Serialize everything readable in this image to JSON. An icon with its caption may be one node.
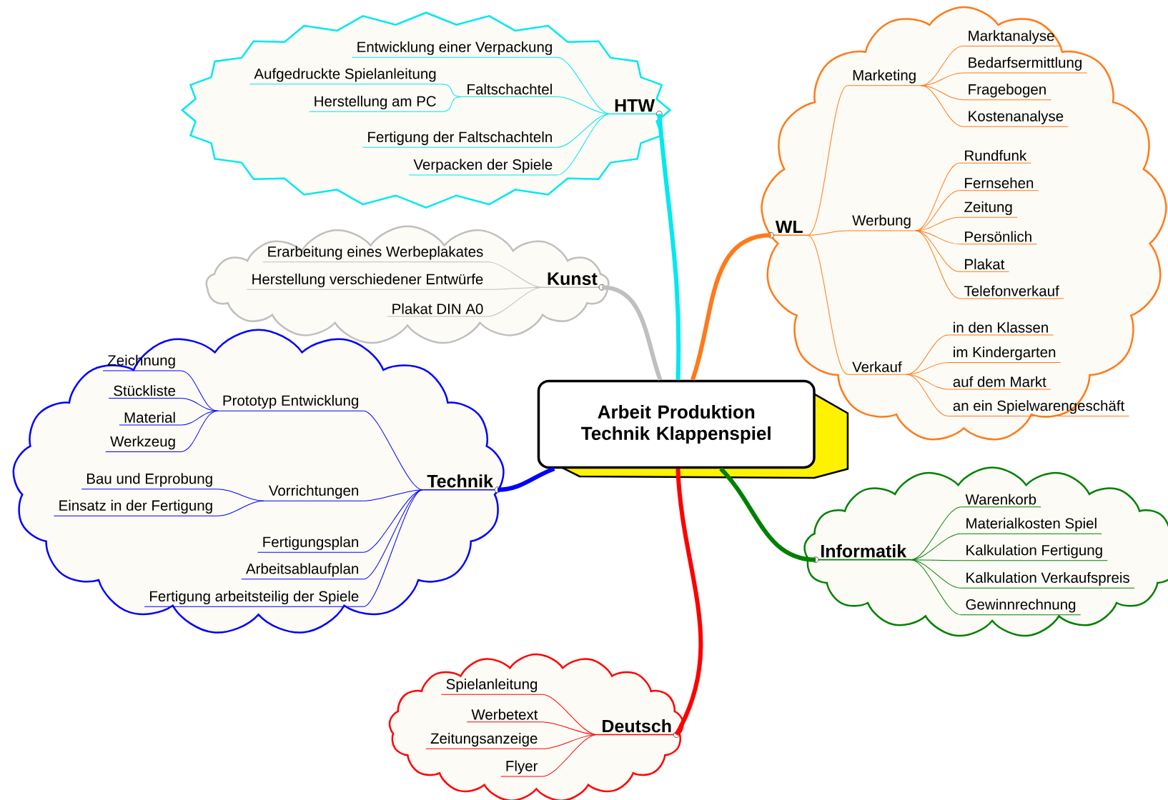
{
  "diagram": {
    "nodes": [
      {
        "text": [
          "Arbeit Produktion Technik Klappenspiel"
        ]
      },
      {
        "text": [],
        "shape": "starburst"
      },
      {
        "text": [
          "HTW"
        ],
        "in": 1
      },
      {
        "text": [
          "Entwicklung einer Verpackung"
        ],
        "in": 1
      },
      {
        "text": [
          "Aufgedruckte Spielanleitung"
        ],
        "in": 1
      },
      {
        "text": [
          "Faltschachtel"
        ],
        "in": 1
      },
      {
        "text": [
          "Herstellung am PC"
        ],
        "in": 1
      },
      {
        "text": [
          "Fertigung der Faltschachteln"
        ],
        "in": 1
      },
      {
        "text": [
          "Verpacken der Spiele"
        ],
        "in": 1
      },
      {
        "text": [],
        "shape": "cloud"
      },
      {
        "text": [
          "WL"
        ],
        "in": 9
      },
      {
        "text": [
          "Marketing"
        ],
        "in": 9
      },
      {
        "text": [
          "Marktanalyse"
        ],
        "in": 9
      },
      {
        "text": [
          "Bedarfsermittlung"
        ],
        "in": 9
      },
      {
        "text": [
          "Fragebogen"
        ],
        "in": 9
      },
      {
        "text": [
          "Kostenanalyse"
        ],
        "in": 9
      },
      {
        "text": [
          "Werbung"
        ],
        "in": 9
      },
      {
        "text": [
          "Rundfunk"
        ],
        "in": 9
      },
      {
        "text": [
          "Fernsehen"
        ],
        "in": 9
      },
      {
        "text": [
          "Zeitung"
        ],
        "in": 9
      },
      {
        "text": [
          "Persönlich"
        ],
        "in": 9
      },
      {
        "text": [
          "Plakat"
        ],
        "in": 9
      },
      {
        "text": [
          "Telefonverkauf"
        ],
        "in": 9
      },
      {
        "text": [
          "Verkauf"
        ],
        "in": 9
      },
      {
        "text": [
          "in den Klassen"
        ],
        "in": 9
      },
      {
        "text": [
          "im Kindergarten"
        ],
        "in": 9
      },
      {
        "text": [
          "auf dem Markt"
        ],
        "in": 9
      },
      {
        "text": [
          "an ein Spielwarengeschäft"
        ],
        "in": 9
      },
      {
        "text": [],
        "shape": "cloud"
      },
      {
        "text": [
          "Kunst"
        ],
        "in": 28
      },
      {
        "text": [
          "Erarbeitung eines Werbeplakates"
        ],
        "in": 28
      },
      {
        "text": [
          "Herstellung verschiedener Entwürfe"
        ],
        "in": 28
      },
      {
        "text": [
          "Plakat DIN A0"
        ],
        "in": 28
      },
      {
        "text": [],
        "shape": "cloud"
      },
      {
        "text": [
          "Technik"
        ],
        "in": 33
      },
      {
        "text": [
          "Prototyp Entwicklung"
        ],
        "in": 33
      },
      {
        "text": [
          "Zeichnung"
        ],
        "in": 33
      },
      {
        "text": [
          "Stückliste"
        ],
        "in": 33
      },
      {
        "text": [
          "Material"
        ],
        "in": 33
      },
      {
        "text": [
          "Werkzeug"
        ],
        "in": 33
      },
      {
        "text": [
          "Vorrichtungen"
        ],
        "in": 33
      },
      {
        "text": [
          "Bau und Erprobung"
        ],
        "in": 33
      },
      {
        "text": [
          "Einsatz in der Fertigung"
        ],
        "in": 33
      },
      {
        "text": [
          "Fertigungsplan"
        ],
        "in": 33
      },
      {
        "text": [
          "Arbeitsablaufplan"
        ],
        "in": 33
      },
      {
        "text": [
          "Fertigung arbeitsteilig der Spiele"
        ],
        "in": 33
      },
      {
        "text": [],
        "shape": "cloud"
      },
      {
        "text": [
          "Informatik"
        ],
        "in": 46
      },
      {
        "text": [
          "Warenkorb"
        ],
        "in": 46
      },
      {
        "text": [
          "Materialkosten Spiel"
        ],
        "in": 46
      },
      {
        "text": [
          "Kalkulation Fertigung"
        ],
        "in": 46
      },
      {
        "text": [
          "Kalkulation Verkaufspreis"
        ],
        "in": 46
      },
      {
        "text": [
          "Gewinnrechnung"
        ],
        "in": 46
      },
      {
        "text": [],
        "shape": "cloud"
      },
      {
        "text": [
          "Deutsch"
        ],
        "in": 53
      },
      {
        "text": [
          "Spielanleitung"
        ],
        "in": 53
      },
      {
        "text": [
          "Werbetext"
        ],
        "in": 53
      },
      {
        "text": [
          "Zeitungsanzeige"
        ],
        "in": 53
      },
      {
        "text": [
          "Flyer"
        ],
        "in": 53
      }
    ],
    "edges": [
      {
        "from": 0,
        "to": 2,
        "arrow": "none",
        "style": "thick",
        "color": "#00e8f0"
      },
      {
        "from": 2,
        "to": 3,
        "arrow": "none",
        "color": "#00e8f0"
      },
      {
        "from": 2,
        "to": 5,
        "arrow": "none",
        "color": "#00e8f0"
      },
      {
        "from": 5,
        "to": 4,
        "arrow": "none",
        "color": "#00e8f0"
      },
      {
        "from": 5,
        "to": 6,
        "arrow": "none",
        "color": "#00e8f0"
      },
      {
        "from": 2,
        "to": 7,
        "arrow": "none",
        "color": "#00e8f0"
      },
      {
        "from": 2,
        "to": 8,
        "arrow": "none",
        "color": "#00e8f0"
      },
      {
        "from": 0,
        "to": 10,
        "arrow": "none",
        "style": "thick",
        "color": "#ff7a1a"
      },
      {
        "from": 10,
        "to": 11,
        "arrow": "none",
        "color": "#ff7a1a"
      },
      {
        "from": 11,
        "to": 12,
        "arrow": "none",
        "color": "#ff7a1a"
      },
      {
        "from": 11,
        "to": 13,
        "arrow": "none",
        "color": "#ff7a1a"
      },
      {
        "from": 11,
        "to": 14,
        "arrow": "none",
        "color": "#ff7a1a"
      },
      {
        "from": 11,
        "to": 15,
        "arrow": "none",
        "color": "#ff7a1a"
      },
      {
        "from": 10,
        "to": 16,
        "arrow": "none",
        "color": "#ff7a1a"
      },
      {
        "from": 16,
        "to": 17,
        "arrow": "none",
        "color": "#ff7a1a"
      },
      {
        "from": 16,
        "to": 18,
        "arrow": "none",
        "color": "#ff7a1a"
      },
      {
        "from": 16,
        "to": 19,
        "arrow": "none",
        "color": "#ff7a1a"
      },
      {
        "from": 16,
        "to": 20,
        "arrow": "none",
        "color": "#ff7a1a"
      },
      {
        "from": 16,
        "to": 21,
        "arrow": "none",
        "color": "#ff7a1a"
      },
      {
        "from": 16,
        "to": 22,
        "arrow": "none",
        "color": "#ff7a1a"
      },
      {
        "from": 10,
        "to": 23,
        "arrow": "none",
        "color": "#ff7a1a"
      },
      {
        "from": 23,
        "to": 24,
        "arrow": "none",
        "color": "#ff7a1a"
      },
      {
        "from": 23,
        "to": 25,
        "arrow": "none",
        "color": "#ff7a1a"
      },
      {
        "from": 23,
        "to": 26,
        "arrow": "none",
        "color": "#ff7a1a"
      },
      {
        "from": 23,
        "to": 27,
        "arrow": "none",
        "color": "#ff7a1a"
      },
      {
        "from": 0,
        "to": 29,
        "arrow": "none",
        "style": "thick",
        "color": "#bfbfbf"
      },
      {
        "from": 29,
        "to": 30,
        "arrow": "none",
        "color": "#bfbfbf"
      },
      {
        "from": 29,
        "to": 31,
        "arrow": "none",
        "color": "#bfbfbf"
      },
      {
        "from": 29,
        "to": 32,
        "arrow": "none",
        "color": "#bfbfbf"
      },
      {
        "from": 0,
        "to": 34,
        "arrow": "none",
        "style": "thick",
        "color": "#0000ff"
      },
      {
        "from": 34,
        "to": 35,
        "arrow": "none",
        "color": "#0000ff"
      },
      {
        "from": 35,
        "to": 36,
        "arrow": "none",
        "color": "#0000ff"
      },
      {
        "from": 35,
        "to": 37,
        "arrow": "none",
        "color": "#0000ff"
      },
      {
        "from": 35,
        "to": 38,
        "arrow": "none",
        "color": "#0000ff"
      },
      {
        "from": 35,
        "to": 39,
        "arrow": "none",
        "color": "#0000ff"
      },
      {
        "from": 34,
        "to": 40,
        "arrow": "none",
        "color": "#0000ff"
      },
      {
        "from": 40,
        "to": 41,
        "arrow": "none",
        "color": "#0000ff"
      },
      {
        "from": 40,
        "to": 42,
        "arrow": "none",
        "color": "#0000ff"
      },
      {
        "from": 34,
        "to": 43,
        "arrow": "none",
        "color": "#0000ff"
      },
      {
        "from": 34,
        "to": 44,
        "arrow": "none",
        "color": "#0000ff"
      },
      {
        "from": 34,
        "to": 45,
        "arrow": "none",
        "color": "#0000ff"
      },
      {
        "from": 0,
        "to": 47,
        "arrow": "none",
        "style": "thick",
        "color": "#008000"
      },
      {
        "from": 47,
        "to": 48,
        "arrow": "none",
        "color": "#008000"
      },
      {
        "from": 47,
        "to": 49,
        "arrow": "none",
        "color": "#008000"
      },
      {
        "from": 47,
        "to": 50,
        "arrow": "none",
        "color": "#008000"
      },
      {
        "from": 47,
        "to": 51,
        "arrow": "none",
        "color": "#008000"
      },
      {
        "from": 47,
        "to": 52,
        "arrow": "none",
        "color": "#008000"
      },
      {
        "from": 0,
        "to": 54,
        "arrow": "none",
        "style": "thick",
        "color": "#ff0000"
      },
      {
        "from": 54,
        "to": 55,
        "arrow": "none",
        "color": "#ff0000"
      },
      {
        "from": 54,
        "to": 56,
        "arrow": "none",
        "color": "#ff0000"
      },
      {
        "from": 54,
        "to": 57,
        "arrow": "none",
        "color": "#ff0000"
      },
      {
        "from": 54,
        "to": 58,
        "arrow": "none",
        "color": "#ff0000"
      }
    ]
  }
}
